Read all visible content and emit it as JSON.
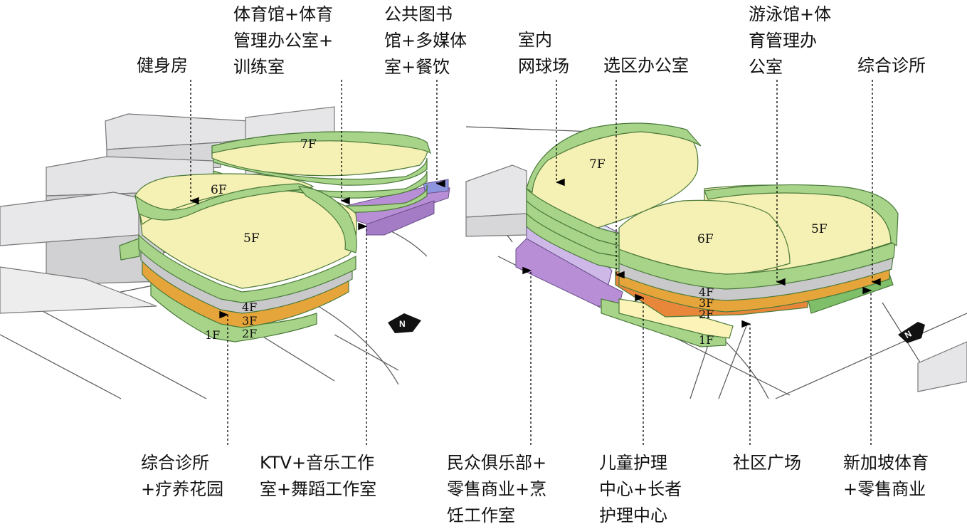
{
  "left_model": {
    "floors": {
      "f7": "7F",
      "f6": "6F",
      "f5": "5F",
      "f4": "4F",
      "f3": "3F",
      "f2": "2F",
      "f1": "1F"
    },
    "north_label": "N",
    "top_labels": {
      "gym": [
        "健身房"
      ],
      "sports_hall": [
        "体育馆+体育",
        "管理办公室+",
        "训练室"
      ],
      "library": [
        "公共图书",
        "馆+多媒体",
        "室+餐饮"
      ]
    },
    "bottom_labels": {
      "clinic": [
        "综合诊所",
        "+疗养花园"
      ],
      "ktv": [
        "KTV+音乐工作",
        "室+舞蹈工作室"
      ]
    }
  },
  "right_model": {
    "floors": {
      "f7": "7F",
      "f6": "6F",
      "f5": "5F",
      "f4": "4F",
      "f3": "3F",
      "f2": "2F",
      "f1": "1F"
    },
    "north_label": "N",
    "top_labels": {
      "tennis": [
        "室内",
        "网球场"
      ],
      "office": [
        "选区办公室"
      ],
      "swimming": [
        "游泳馆+体",
        "育管理办",
        "公室"
      ],
      "clinic": [
        "综合诊所"
      ]
    },
    "bottom_labels": {
      "club": [
        "民众俱乐部+",
        "零售商业+烹",
        "饪工作室"
      ],
      "childcare": [
        "儿童护理",
        "中心+长者",
        "护理中心"
      ],
      "plaza": [
        "社区广场"
      ],
      "sports_retail": [
        "新加坡体育",
        "+零售商业"
      ]
    }
  },
  "colors": {
    "yellow": "#f5f0b4",
    "green": "#a8d48a",
    "green_dark": "#7fbf6a",
    "orange": "#e6a53a",
    "orange_red": "#e8873a",
    "grey": "#c9c9cc",
    "purple": "#b88fd6",
    "lavender": "#cdb8e8",
    "blue": "#8f96e0",
    "building_grey": "#e4e4e6",
    "pale_yellow": "#fbf3b8"
  }
}
